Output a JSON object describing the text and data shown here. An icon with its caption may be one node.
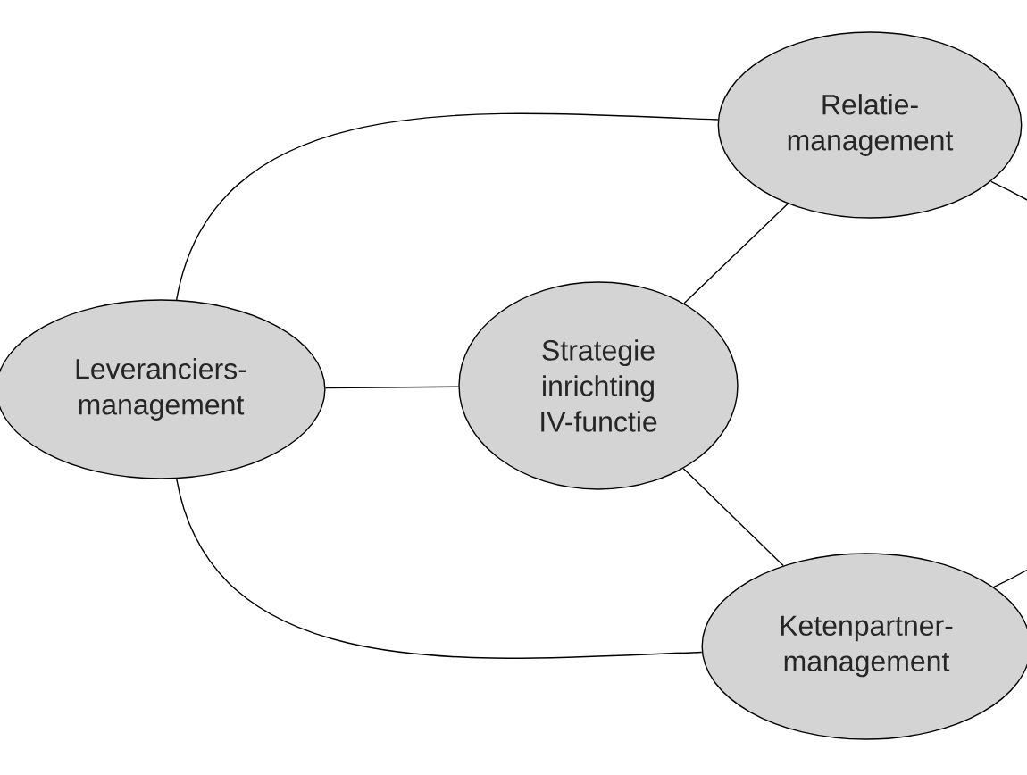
{
  "diagram": {
    "nodes": [
      {
        "text": [
          "Relatie- management"
        ]
      },
      {
        "text": [
          "Leveranciers- management"
        ]
      },
      {
        "text": [
          "Strategie inrichting IV-functie"
        ]
      },
      {
        "text": [
          "Ketenpartner- management"
        ]
      }
    ],
    "edges": [
      {
        "from": 1,
        "to": 0,
        "arrow": "none"
      },
      {
        "from": 0,
        "to": 3,
        "arrow": "none"
      },
      {
        "from": 3,
        "to": 1,
        "arrow": "none"
      },
      {
        "from": 2,
        "to": 0,
        "arrow": "none"
      },
      {
        "from": 2,
        "to": 1,
        "arrow": "none"
      },
      {
        "from": 2,
        "to": 3,
        "arrow": "none"
      }
    ]
  }
}
